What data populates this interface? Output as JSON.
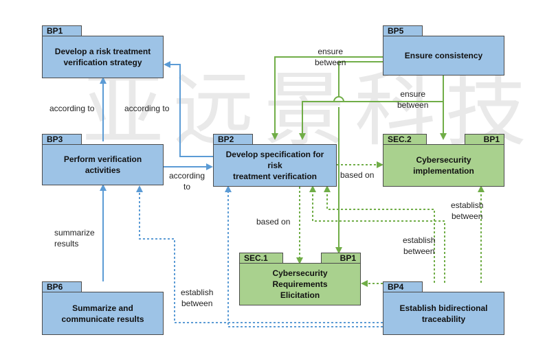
{
  "watermark": "亚远景科技",
  "boxes": {
    "bp1": {
      "tag": "BP1",
      "title": "Develop a risk treatment\nverification strategy"
    },
    "bp2": {
      "tag": "BP2",
      "title": "Develop specification for risk\ntreatment verification"
    },
    "bp3": {
      "tag": "BP3",
      "title": "Perform verification\nactivities"
    },
    "bp4": {
      "tag": "BP4",
      "title": "Establish bidirectional\ntraceability"
    },
    "bp5": {
      "tag": "BP5",
      "title": "Ensure consistency"
    },
    "bp6": {
      "tag": "BP6",
      "title": "Summarize and\ncommunicate results"
    },
    "sec2": {
      "tag": "SEC.2",
      "tag2": "BP1",
      "title": "Cybersecurity\nimplementation"
    },
    "sec1": {
      "tag": "SEC.1",
      "tag2": "BP1",
      "title": "Cybersecurity Requirements\nElicitation"
    }
  },
  "labels": {
    "according_to_1": "according to",
    "according_to_2": "according to",
    "according_to_3": "according\nto",
    "summarize_results": "summarize\nresults",
    "ensure_between_1": "ensure\nbetween",
    "ensure_between_2": "ensure\nbetween",
    "based_on_1": "based on",
    "based_on_2": "based on",
    "establish_between_1": "establish\nbetween",
    "establish_between_2": "establish\nbetween",
    "establish_between_3": "establish\nbetween"
  },
  "colors": {
    "blue_fill": "#9dc3e6",
    "green_fill": "#a9d18e",
    "blue_line": "#5b9bd5",
    "green_line": "#70ad47",
    "border": "#4a4a4a"
  }
}
